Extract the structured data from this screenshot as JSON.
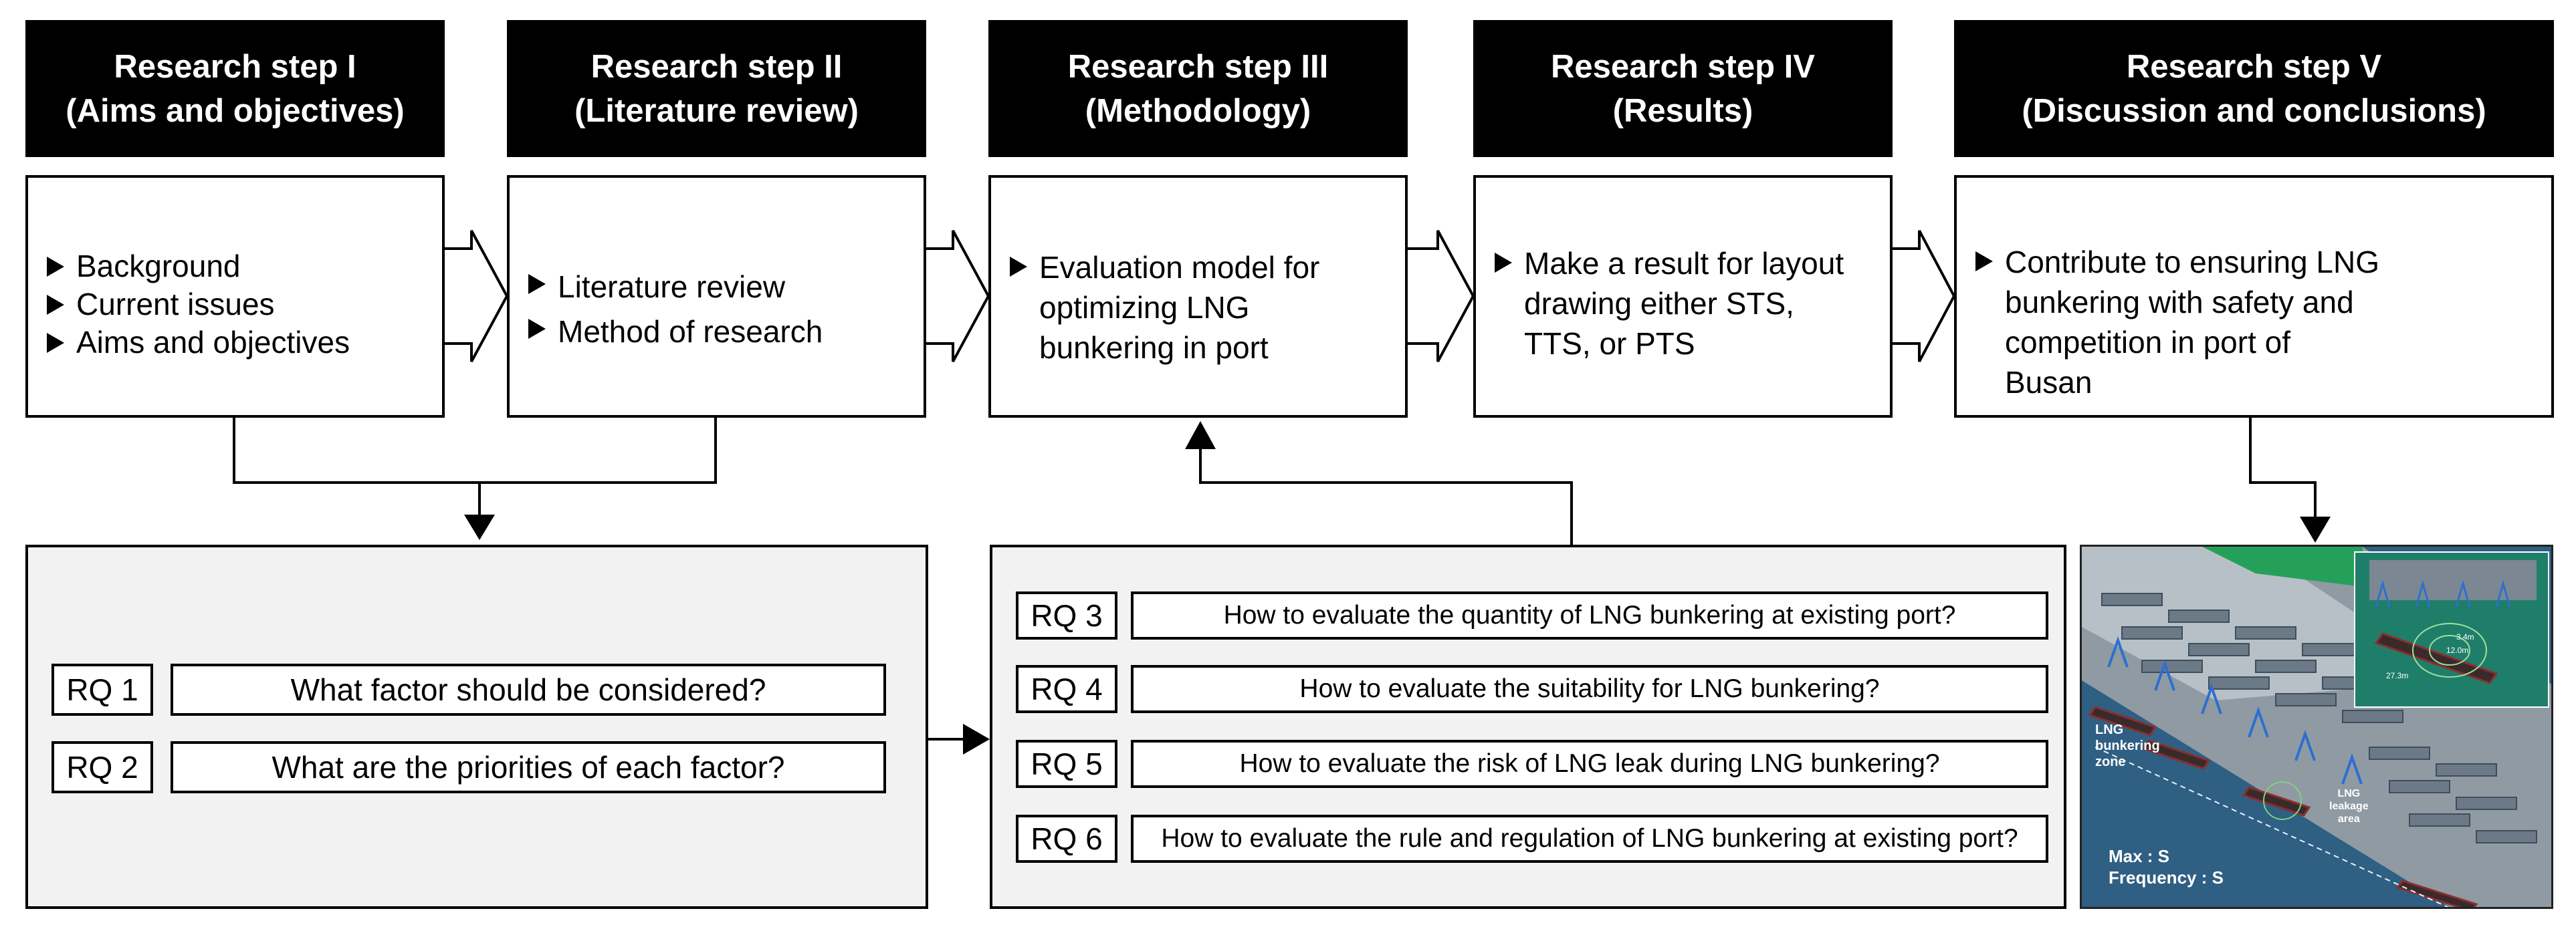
{
  "steps": [
    {
      "title": "Research step I",
      "subtitle": "(Aims and objectives)",
      "bullets": [
        "Background",
        "Current issues",
        "Aims and objectives"
      ]
    },
    {
      "title": "Research step II",
      "subtitle": "(Literature review)",
      "bullets": [
        "Literature review",
        "Method of research"
      ]
    },
    {
      "title": "Research step III",
      "subtitle": "(Methodology)",
      "bullets": [
        "Evaluation model for\noptimizing LNG\nbunkering in port"
      ]
    },
    {
      "title": "Research step IV",
      "subtitle": "(Results)",
      "bullets": [
        "Make a result for layout\ndrawing either STS,\nTTS, or PTS"
      ]
    },
    {
      "title": "Research step V",
      "subtitle": "(Discussion and conclusions)",
      "bullets": [
        "Contribute to ensuring LNG\nbunkering with safety and\ncompetition in port of\nBusan"
      ]
    }
  ],
  "research_questions_left": [
    {
      "id": "RQ 1",
      "question": "What factor should be considered?"
    },
    {
      "id": "RQ 2",
      "question": "What are the priorities of each factor?"
    }
  ],
  "research_questions_right": [
    {
      "id": "RQ 3",
      "question": "How to evaluate the quantity of LNG bunkering at existing port?"
    },
    {
      "id": "RQ 4",
      "question": "How to evaluate the suitability for LNG bunkering?"
    },
    {
      "id": "RQ 5",
      "question": "How to evaluate the risk of LNG leak during LNG bunkering?"
    },
    {
      "id": "RQ 6",
      "question": "How to evaluate the rule and regulation of LNG bunkering at existing port?"
    }
  ],
  "port_image": {
    "zone_label": "LNG\nbunkering\nzone",
    "leak_label": "LNG\nleakage\narea",
    "max_label": "Max : S",
    "frequency_label": "Frequency : S",
    "inset_dist_1": "12.0m",
    "inset_dist_2": "27.3m",
    "inset_dist_3": "3.4m"
  },
  "colors": {
    "header_bg": "#000000",
    "panel_bg": "#f2f2f2",
    "sea": "#2f5f82",
    "land_green": "#25a05a"
  }
}
